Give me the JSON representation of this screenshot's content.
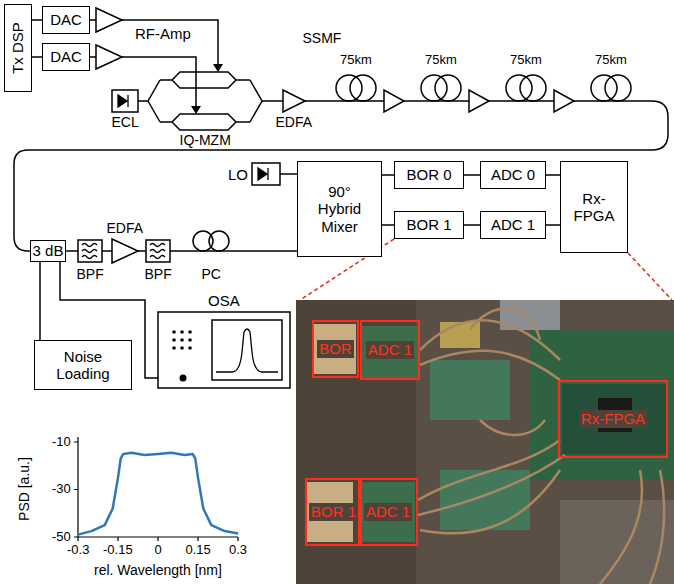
{
  "diagram": {
    "nodes": [
      {
        "text": [
          "Tx DSP"
        ]
      },
      {
        "text": [
          "DAC"
        ]
      },
      {
        "text": [
          "DAC"
        ]
      },
      {
        "text": [
          "90° Hybrid Mixer"
        ]
      },
      {
        "text": [
          "BOR 0"
        ]
      },
      {
        "text": [
          "ADC 0"
        ]
      },
      {
        "text": [
          "BOR 1"
        ]
      },
      {
        "text": [
          "ADC 1"
        ]
      },
      {
        "text": [
          "Rx-FPGA"
        ]
      },
      {
        "text": [
          "3 dB"
        ]
      },
      {
        "text": [
          "Noise Loading"
        ]
      },
      {
        "text": [
          "BOR"
        ]
      },
      {
        "text": [
          "ADC 1"
        ]
      },
      {
        "text": [
          "Rx-FPGA"
        ]
      },
      {
        "text": [
          "BOR 1"
        ]
      },
      {
        "text": [
          "ADC 1"
        ]
      }
    ],
    "edges": [
      {
        "from": 0,
        "to": 1,
        "arrow": "none"
      },
      {
        "from": 0,
        "to": 2,
        "arrow": "none"
      },
      {
        "from": 3,
        "to": 4,
        "arrow": "none"
      },
      {
        "from": 3,
        "to": 6,
        "arrow": "none"
      },
      {
        "from": 4,
        "to": 5,
        "arrow": "none"
      },
      {
        "from": 6,
        "to": 7,
        "arrow": "none"
      },
      {
        "from": 5,
        "to": 8,
        "arrow": "none"
      },
      {
        "from": 7,
        "to": 8,
        "arrow": "none"
      },
      {
        "from": 9,
        "to": 10,
        "arrow": "none"
      }
    ],
    "labels": [
      "RF-Amp",
      "ECL",
      "IQ-MZM",
      "EDFA",
      "SSMF",
      "75km",
      "75km",
      "75km",
      "75km",
      "LO",
      "BPF",
      "EDFA",
      "BPF",
      "PC",
      "OSA",
      "PSD [a.u.]",
      "-10",
      "-30",
      "-50",
      "-0.3",
      "-0.15",
      "0",
      "0.15",
      "0.3",
      "rel. Wavelength [nm]"
    ]
  }
}
